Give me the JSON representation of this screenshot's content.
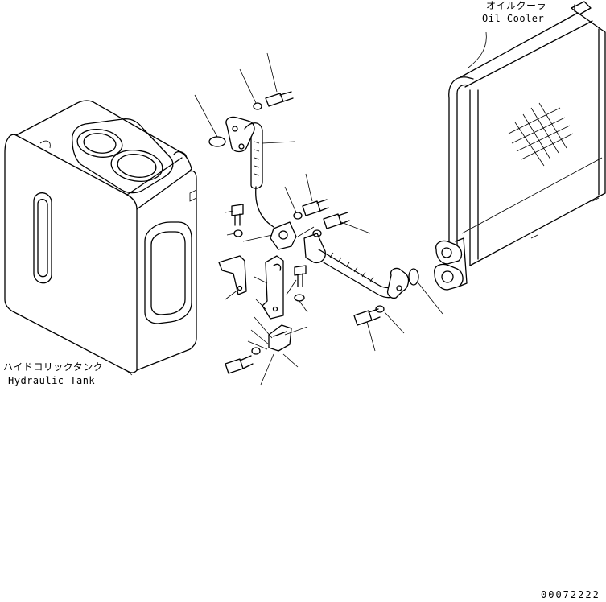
{
  "labels": {
    "oil_cooler_jp": "オイルクーラ",
    "oil_cooler_en": "Oil Cooler",
    "hyd_tank_jp": "ハイドロリックタンク",
    "hyd_tank_en": "Hydraulic Tank",
    "drawing_no": "00072222"
  }
}
